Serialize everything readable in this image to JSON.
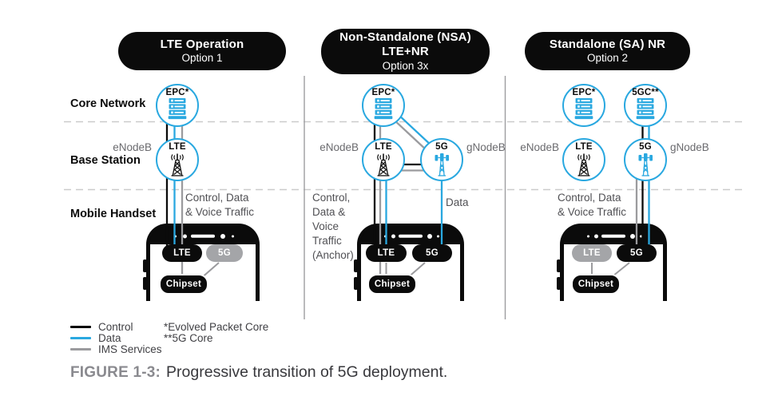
{
  "row_labels": {
    "core_network": "Core Network",
    "base_station": "Base Station",
    "mobile_handset": "Mobile Handset"
  },
  "columns": [
    {
      "header": {
        "lines": [
          "LTE Operation"
        ],
        "option": "Option 1"
      },
      "core_label": "EPC*",
      "base_lte": {
        "label": "LTE",
        "side_label": "eNodeB"
      },
      "traffic": "Control, Data\n& Voice Traffic",
      "phone": {
        "lte": "LTE",
        "five_g": "5G",
        "chipset": "Chipset"
      }
    },
    {
      "header": {
        "lines": [
          "Non-Standalone (NSA)",
          "LTE+NR"
        ],
        "option": "Option 3x"
      },
      "core_label": "EPC*",
      "base_lte": {
        "label": "LTE",
        "side_label": "eNodeB"
      },
      "base_5g": {
        "label": "5G",
        "side_label": "gNodeB"
      },
      "traffic": "Control,\nData &\nVoice\nTraffic\n(Anchor)",
      "data_label": "Data",
      "phone": {
        "lte": "LTE",
        "five_g": "5G",
        "chipset": "Chipset"
      }
    },
    {
      "header": {
        "lines": [
          "Standalone (SA) NR"
        ],
        "option": "Option 2"
      },
      "core_epc_label": "EPC*",
      "core_5gc_label": "5GC**",
      "base_lte": {
        "label": "LTE",
        "side_label": "eNodeB"
      },
      "base_5g": {
        "label": "5G",
        "side_label": "gNodeB"
      },
      "traffic": "Control, Data\n& Voice Traffic",
      "phone": {
        "lte": "LTE",
        "five_g": "5G",
        "chipset": "Chipset"
      }
    }
  ],
  "legend": {
    "items": [
      {
        "label": "Control",
        "color": "#000000"
      },
      {
        "label": "Data",
        "color": "#29a8e0"
      },
      {
        "label": "IMS Services",
        "color": "#9b9b9e"
      }
    ],
    "notes": [
      "*Evolved Packet Core",
      "**5G Core"
    ]
  },
  "caption": {
    "label": "FIGURE 1-3:",
    "text": "Progressive transition of 5G deployment."
  },
  "icons": {
    "core": "server-stack-icon",
    "lte": "lte-tower-icon",
    "nr": "5g-antenna-icon"
  },
  "colors": {
    "accent_blue": "#29a8e0",
    "line_black": "#0b0b0b",
    "line_gray": "#9b9b9e",
    "pill_gray": "#a4a5a8",
    "dashed_gray": "#cbcbcb"
  }
}
